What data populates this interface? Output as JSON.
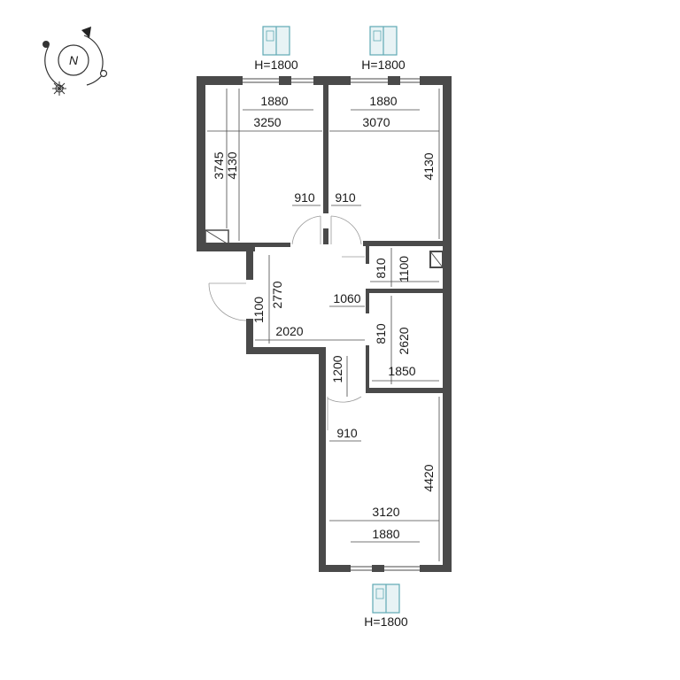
{
  "compass": {
    "direction_label": "N"
  },
  "windows": {
    "top_left": "H=1800",
    "top_right": "H=1800",
    "bottom": "H=1800"
  },
  "dimensions": {
    "room1_window_width": "1880",
    "room1_width": "3250",
    "room1_depth_inner": "3745",
    "room1_depth": "4130",
    "room1_door": "910",
    "room2_window_width": "1880",
    "room2_width": "3070",
    "room2_depth": "4130",
    "room2_door": "910",
    "wc_width": "810",
    "wc_depth": "1100",
    "entry_door": "1100",
    "hall_depth": "2770",
    "hall_width": "2020",
    "hall_opening": "1060",
    "bath_door": "810",
    "bath_depth": "2620",
    "bath_width": "1850",
    "corridor_width": "1200",
    "room3_door": "910",
    "room3_depth": "4420",
    "room3_width": "3120",
    "room3_window_width": "1880"
  },
  "colors": {
    "wall": "#4a4a4a",
    "window_icon": "#5fa9b4",
    "text": "#1a1a1a"
  }
}
